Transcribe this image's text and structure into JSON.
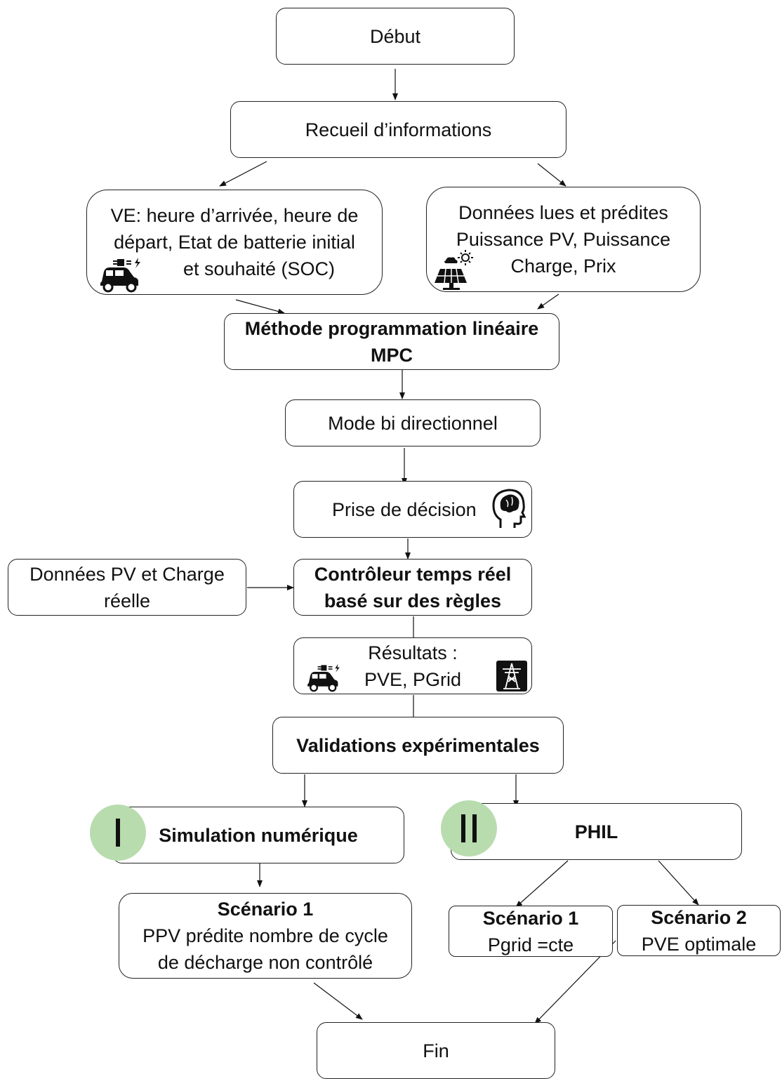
{
  "nodes": {
    "debut": [
      "Début"
    ],
    "recueil": [
      "Recueil d’informations"
    ],
    "ve": [
      "VE: heure d’arrivée, heure de",
      "départ, Etat de batterie initial",
      "et souhaité (SOC)"
    ],
    "donnees": [
      "Données lues et prédites",
      "Puissance PV, Puissance",
      "Charge, Prix"
    ],
    "mpc": [
      "Méthode programmation linéaire",
      "MPC"
    ],
    "mode": [
      "Mode bi directionnel"
    ],
    "decision": [
      "Prise de décision"
    ],
    "donnees_pv": [
      "Données PV et Charge",
      "réelle"
    ],
    "controleur": [
      "Contrôleur temps réel",
      "basé sur des règles"
    ],
    "resultats": [
      "Résultats :",
      "PVE, PGrid"
    ],
    "validations": [
      "Validations expérimentales"
    ],
    "simulation": [
      "Simulation numérique"
    ],
    "phil": [
      "PHIL"
    ],
    "scenario1_left": [
      "Scénario 1",
      "PPV prédite nombre de cycle",
      "de décharge non contrôlé"
    ],
    "scenario1_right": [
      "Scénario 1",
      "Pgrid =cte"
    ],
    "scenario2": [
      "Scénario 2",
      "PVE optimale"
    ],
    "fin": [
      "Fin"
    ]
  },
  "markers": {
    "simulation": "I",
    "phil": "II"
  },
  "icons": [
    "ev-charging-icon",
    "solar-weather-icon",
    "brain-head-icon",
    "transmission-tower-icon"
  ],
  "colors": {
    "marker_fill": "#b8dcae",
    "stroke": "#222222"
  }
}
